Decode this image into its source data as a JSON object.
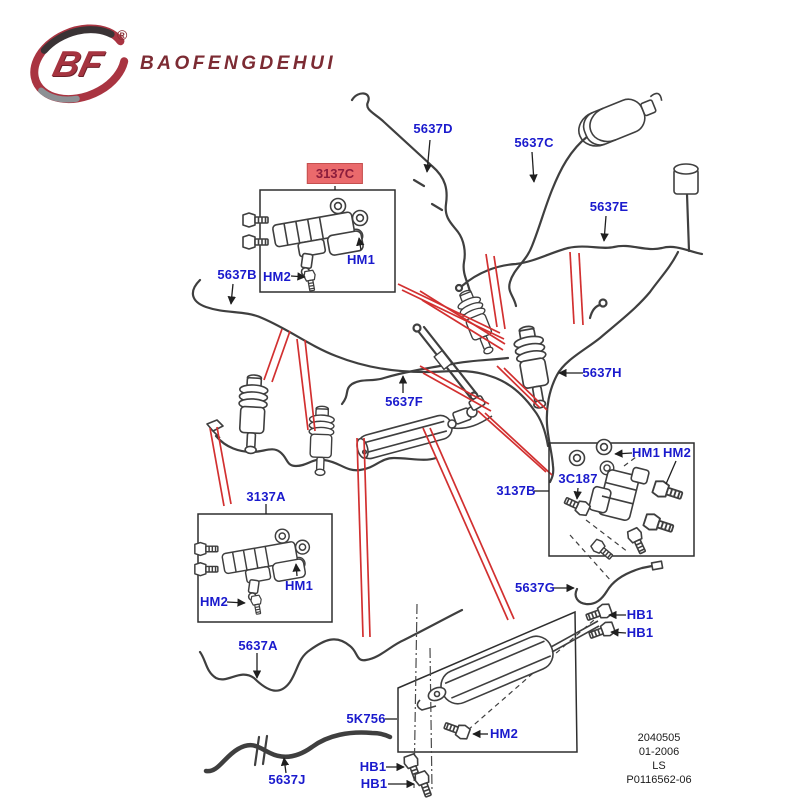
{
  "brand": {
    "monogram": "BF",
    "name": "BAOFENGDEHUI",
    "registered": "®"
  },
  "part_labels": [
    {
      "text": "5637D"
    },
    {
      "text": "5637C"
    },
    {
      "text": "5637E"
    },
    {
      "text": "3137C"
    },
    {
      "text": "HM1"
    },
    {
      "text": "HM2"
    },
    {
      "text": "5637B"
    },
    {
      "text": "5637H"
    },
    {
      "text": "5637F"
    },
    {
      "text": "3137A"
    },
    {
      "text": "HM1"
    },
    {
      "text": "HM2"
    },
    {
      "text": "3137B"
    },
    {
      "text": "HM1"
    },
    {
      "text": "HM2"
    },
    {
      "text": "3C187"
    },
    {
      "text": "5637G"
    },
    {
      "text": "HB1"
    },
    {
      "text": "HB1"
    },
    {
      "text": "5637A"
    },
    {
      "text": "5K756"
    },
    {
      "text": "HM2"
    },
    {
      "text": "HB1"
    },
    {
      "text": "HB1"
    },
    {
      "text": "5637J"
    }
  ],
  "plate": {
    "line1": "2040505",
    "line2": "01-2006",
    "line3": "LS",
    "line4": "P0116562-06"
  },
  "colors": {
    "label_blue": "#1a1acd",
    "callout_red": "#d23030",
    "line_gray": "#3f3f3f",
    "highlight_bg": "#ea6a6c",
    "highlight_text": "#8c1c3c",
    "brand_red": "#7c2b33"
  }
}
